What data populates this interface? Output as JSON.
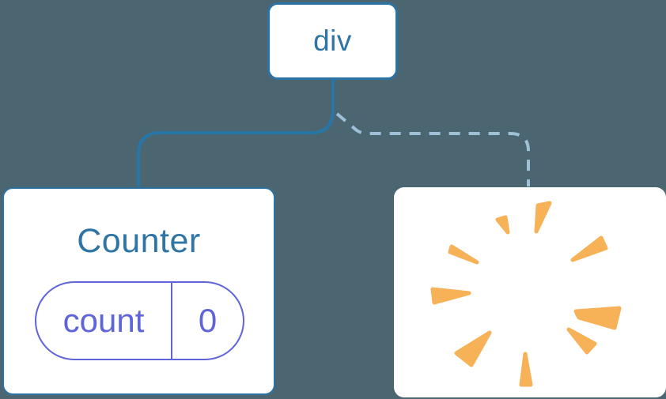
{
  "diagram": {
    "description": "React component tree diagram: root div keeps Counter child with state, second child removed (poof)",
    "nodes": {
      "root": {
        "label": "div"
      },
      "counter": {
        "title": "Counter",
        "state": {
          "key": "count",
          "value": "0"
        }
      },
      "removed": {
        "icon": "poof-burst-icon"
      }
    },
    "edges": [
      {
        "from": "div",
        "to": "Counter",
        "style": "solid"
      },
      {
        "from": "div",
        "to": "removed",
        "style": "dashed"
      }
    ],
    "colors": {
      "background": "#4C6671",
      "node_fill": "#FFFFFF",
      "node_border": "#2B73A5",
      "label_blue": "#2E74A4",
      "state_purple": "#5F64D9",
      "edge_solid": "#2776A8",
      "edge_dashed": "#9EC1D8",
      "poof_orange": "#F7B157"
    }
  }
}
